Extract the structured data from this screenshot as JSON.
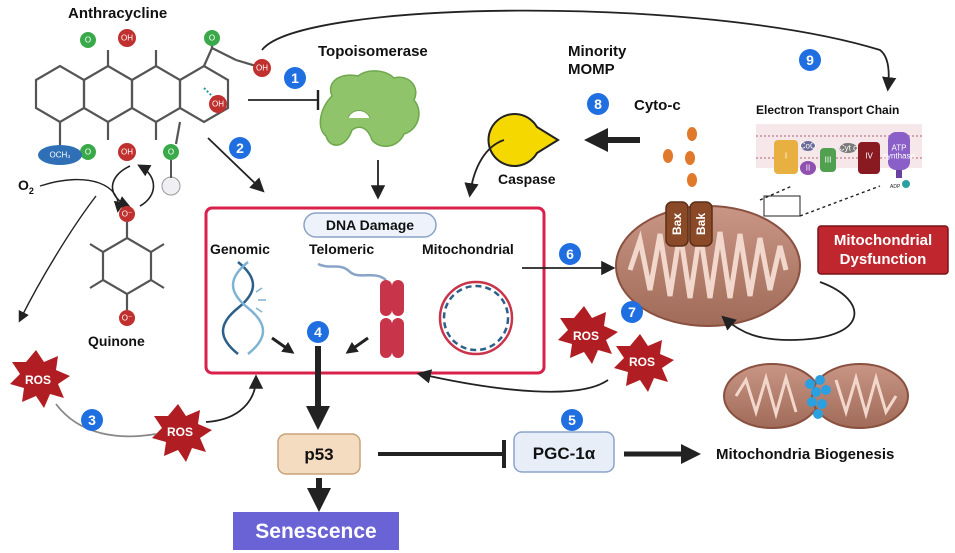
{
  "labels": {
    "anthracycline": "Anthracycline",
    "topoisomerase": "Topoisomerase",
    "minority_line1": "Minority",
    "minority_line2": "MOMP",
    "cytoc": "Cyto-c",
    "caspase": "Caspase",
    "etc_title": "Electron Transport Chain",
    "o2": "O",
    "o2_sub": "2",
    "quinone": "Quinone",
    "dna_damage": "DNA Damage",
    "genomic": "Genomic",
    "telomeric": "Telomeric",
    "mitochondrial": "Mitochondrial",
    "mito_dys_line1": "Mitochondrial",
    "mito_dys_line2": "Dysfunction",
    "p53": "p53",
    "pgc": "PGC-1α",
    "biogenesis": "Mitochondria Biogenesis",
    "senescence": "Senescence",
    "bax": "Bax",
    "bak": "Bak",
    "ros": "ROS"
  },
  "chem_labels": {
    "o": "O",
    "oh": "OH",
    "och3": "OCH₃",
    "o_minus": "O⁻"
  },
  "etc_labels": {
    "c1": "I",
    "coq": "CoQ",
    "c2": "II",
    "c3": "III",
    "cytc": "Cyt c",
    "c4": "IV",
    "atp1": "ATP",
    "atp2": "synthase",
    "adp": "ADP"
  },
  "steps": [
    "1",
    "2",
    "3",
    "4",
    "5",
    "6",
    "7",
    "8",
    "9"
  ],
  "colors": {
    "step_blue": "#1f6fe0",
    "dna_box": "#d9204a",
    "ros_red": "#b01e23",
    "mito_dys_red": "#c0262d",
    "senescence_bg": "#6a63d6",
    "p53_bg": "#f4dcc0",
    "pgc_bg": "#e8eef8",
    "topo_green": "#8fc46a",
    "caspase_yellow": "#f5d800",
    "mito_brown": "#b07a66"
  }
}
